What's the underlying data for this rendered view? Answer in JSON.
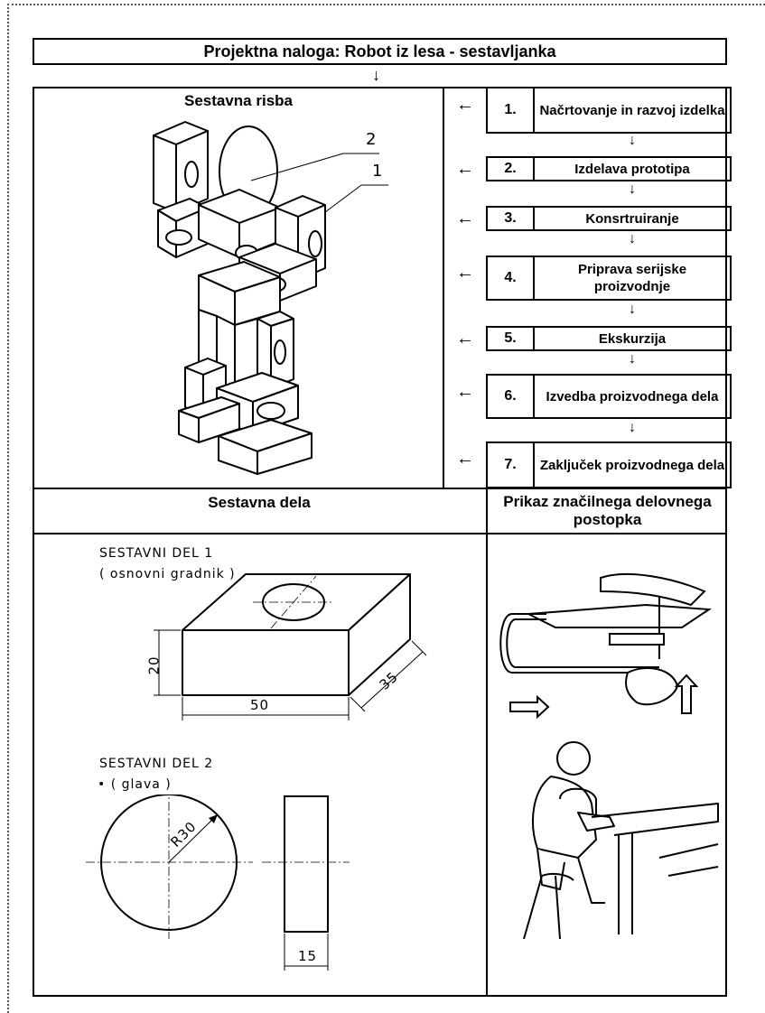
{
  "title": "Projektna naloga: Robot iz lesa - sestavljanka",
  "assembly_drawing": {
    "heading": "Sestavna risba",
    "callouts": [
      "1",
      "2"
    ]
  },
  "steps": [
    {
      "num": "1.",
      "label": "Načrtovanje in razvoj izdelka"
    },
    {
      "num": "2.",
      "label": "Izdelava prototipa"
    },
    {
      "num": "3.",
      "label": "Konsrtruiranje"
    },
    {
      "num": "4.",
      "label": "Priprava serijske proizvodnje"
    },
    {
      "num": "5.",
      "label": "Ekskurzija"
    },
    {
      "num": "6.",
      "label": "Izvedba proizvodnega dela"
    },
    {
      "num": "7.",
      "label": "Zaključek proizvodnega dela"
    }
  ],
  "parts_section": {
    "heading": "Sestavna dela",
    "part1_title": "SESTAVNI  DEL  1",
    "part1_subtitle": "( osnovni  gradnik )",
    "part1_dims": {
      "width": "50",
      "height": "20",
      "depth": "35"
    },
    "part2_title": "SESTAVNI  DEL  2",
    "part2_subtitle": "• ( glava )",
    "part2_dims": {
      "radius": "R30",
      "thickness": "15"
    }
  },
  "procedure_section": {
    "heading": "Prikaz značilnega delovnega postopka"
  },
  "arrows": {
    "down": "↓",
    "left": "←"
  }
}
